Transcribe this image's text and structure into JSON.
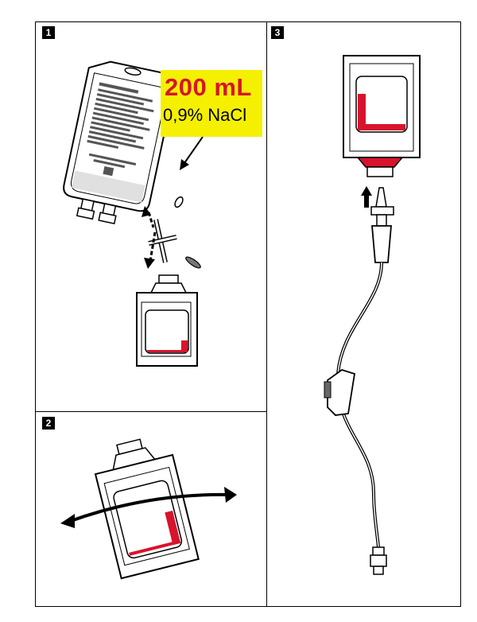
{
  "steps": [
    {
      "number": "1"
    },
    {
      "number": "2"
    },
    {
      "number": "3"
    }
  ],
  "bag_label": {
    "volume": "200 mL",
    "solution": "0,9% NaCl"
  },
  "colors": {
    "highlight": "#f5f000",
    "accent_red": "#d7142c",
    "fill_gray": "#d9d9d9"
  }
}
